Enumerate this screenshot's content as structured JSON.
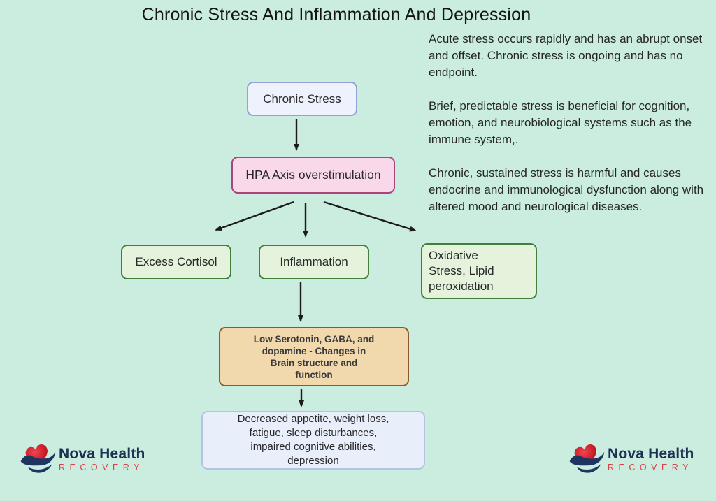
{
  "page": {
    "title": "Chronic Stress And Inflammation And Depression"
  },
  "info_panel": {
    "paragraphs": [
      "Acute stress occurs rapidly and has an abrupt onset and offset. Chronic stress is ongoing and has no endpoint.",
      "Brief, predictable stress is beneficial for cognition, emotion, and neurobiological systems such as the immune system,.",
      "Chronic, sustained stress is harmful and causes endocrine and immunological dysfunction along with altered mood and neurological diseases."
    ]
  },
  "flowchart": {
    "nodes": {
      "chronic_stress": "Chronic Stress",
      "hpa_axis": "HPA Axis overstimulation",
      "excess_cortisol": "Excess Cortisol",
      "inflammation": "Inflammation",
      "oxidative_stress": "Oxidative\nStress, Lipid\nperoxidation",
      "neurotransmitters": "Low Serotonin, GABA, and\ndopamine - Changes in\nBrain structure and\nfunction",
      "symptoms": "Decreased appetite, weight loss,\nfatigue, sleep disturbances,\nimpaired cognitive abilities,\ndepression"
    },
    "edges": [
      "chronic_stress->hpa_axis",
      "hpa_axis->excess_cortisol",
      "hpa_axis->inflammation",
      "hpa_axis->oxidative_stress",
      "inflammation->neurotransmitters",
      "neurotransmitters->symptoms"
    ]
  },
  "logo": {
    "brand": "Nova Health",
    "tagline": "RECOVERY"
  },
  "colors": {
    "background": "#caede0",
    "node_blue_fill": "#eef2fc",
    "node_blue_border": "#93a3d8",
    "node_pink_fill": "#f8d8ea",
    "node_pink_border": "#aa4579",
    "node_green_fill": "#e5f3dc",
    "node_green_border": "#41803a",
    "node_tan_fill": "#f2d8ad",
    "node_tan_border": "#8a5a2e",
    "node_lavender_fill": "#e9eefb",
    "node_lavender_border": "#b2c3e6",
    "arrow": "#1c1c1c",
    "logo_navy": "#1d3050",
    "logo_red": "#d8404a",
    "logo_heart_red": "#cf1f2a"
  }
}
